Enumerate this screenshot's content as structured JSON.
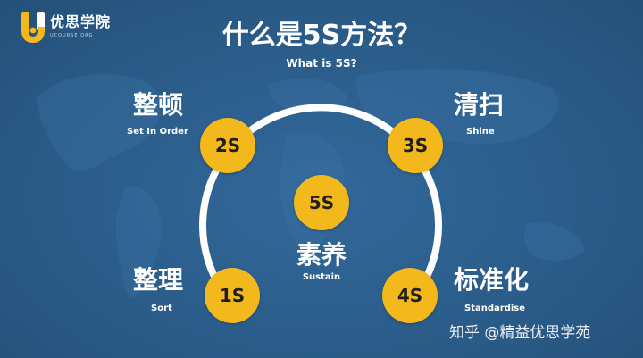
{
  "logo": {
    "name_cn": "优思学院",
    "name_en": "UCOURSE.ORG",
    "icon": "ucourse-u-logo-icon"
  },
  "title": {
    "cn": "什么是5S方法？",
    "en": "What is 5S?"
  },
  "steps": [
    {
      "badge": "1S",
      "cn": "整理",
      "en": "Sort"
    },
    {
      "badge": "2S",
      "cn": "整顿",
      "en": "Set In Order"
    },
    {
      "badge": "3S",
      "cn": "清扫",
      "en": "Shine"
    },
    {
      "badge": "4S",
      "cn": "标准化",
      "en": "Standardise"
    },
    {
      "badge": "5S",
      "cn": "素养",
      "en": "Sustain"
    }
  ],
  "watermark": "知乎 @精益优思学苑",
  "colors": {
    "background": "#2c5f8e",
    "badge": "#f3b81b",
    "arc": "#ffffff",
    "text": "#ffffff",
    "logo_accent": "#f3b81b"
  }
}
